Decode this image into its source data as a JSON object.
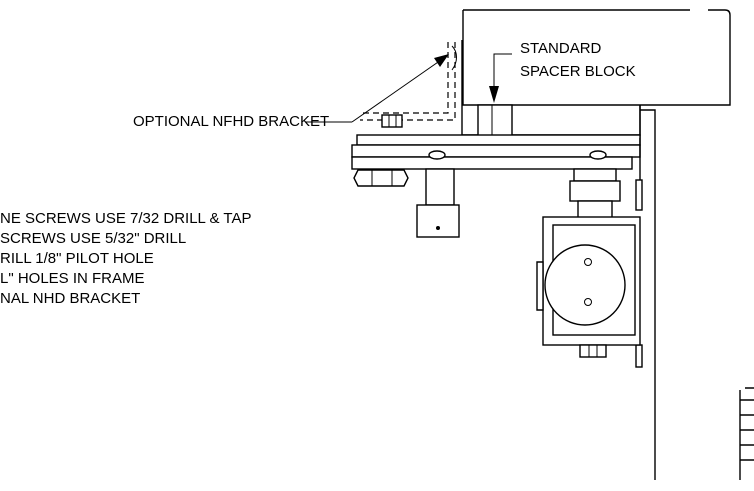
{
  "labels": {
    "spacer_line1": "STANDARD",
    "spacer_line2": "SPACER BLOCK",
    "bracket": "OPTIONAL NFHD BRACKET"
  },
  "notes": [
    "NE SCREWS USE 7/32 DRILL & TAP",
    "SCREWS USE 5/32\" DRILL",
    "RILL 1/8\"  PILOT HOLE",
    "L\" HOLES IN FRAME",
    "NAL NHD BRACKET"
  ],
  "colors": {
    "line": "#000000",
    "background": "#ffffff"
  }
}
